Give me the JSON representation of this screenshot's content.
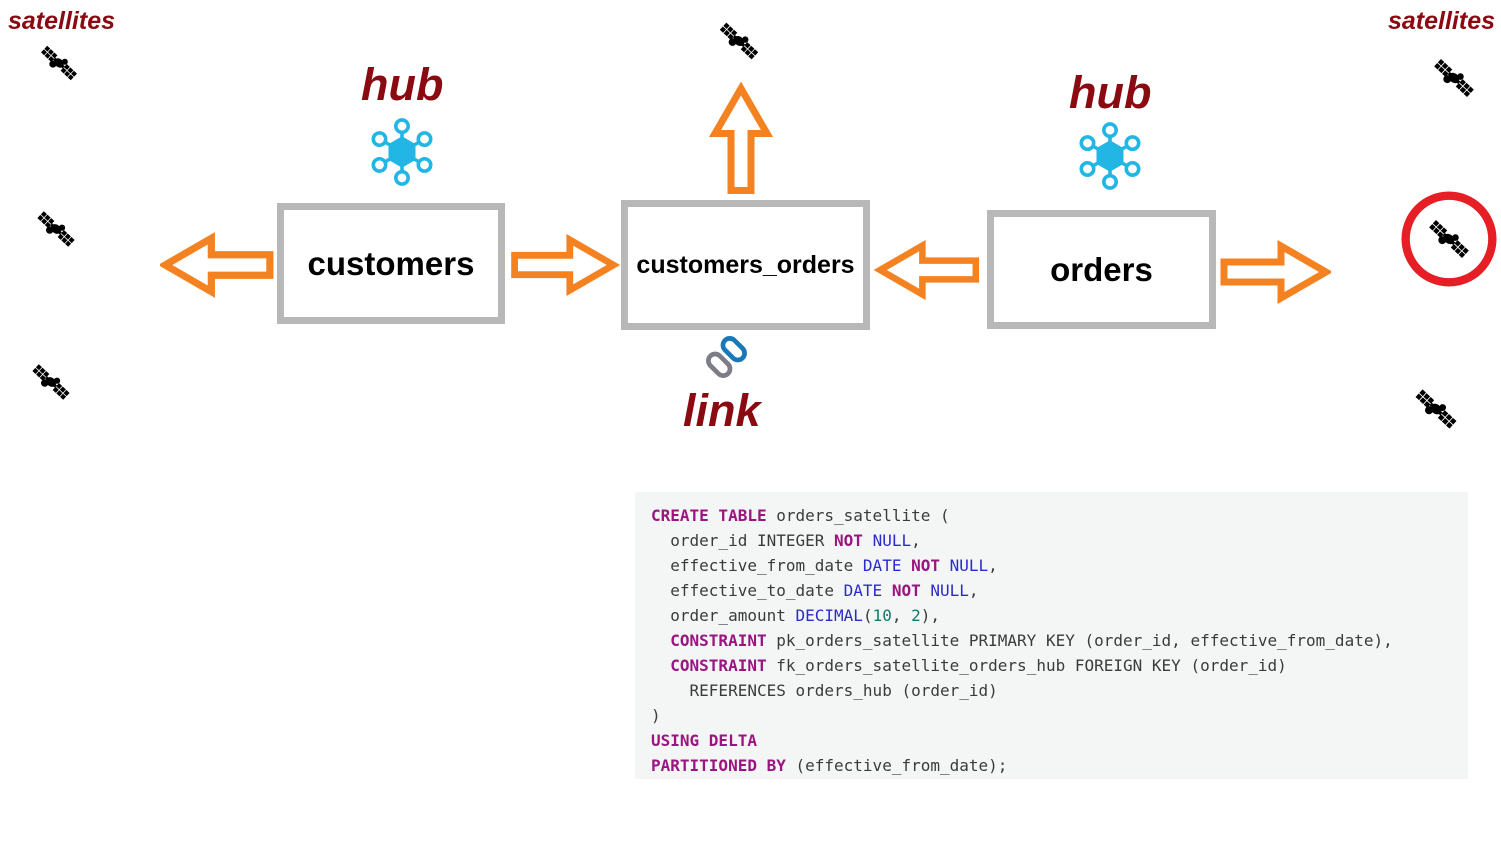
{
  "diagram": {
    "labels": {
      "satellites_left": "satellites",
      "satellites_right": "satellites",
      "hub_customers": "hub",
      "hub_orders": "hub",
      "link": "link"
    },
    "nodes": {
      "customers": "customers",
      "customers_orders": "customers_orders",
      "orders": "orders"
    }
  },
  "colors": {
    "label_maroon": "#8b0a12",
    "arrow_orange": "#f58220",
    "box_border": "#b8b8b8",
    "hub_cyan": "#21b6e4",
    "link_blue": "#1878b8",
    "link_gray": "#7d7d88",
    "satellite_black": "#000000",
    "highlight_ring_red": "#e61e25",
    "code_bg": "#f4f5f5",
    "code_keyword": "#9a1580",
    "code_type": "#2b2bcb",
    "code_number": "#0e7b6a",
    "code_text": "#3b3b3b"
  },
  "code": {
    "lines": [
      [
        [
          "kw",
          "CREATE TABLE"
        ],
        [
          "id",
          " orders_satellite ("
        ]
      ],
      [
        [
          "id",
          "  order_id INTEGER "
        ],
        [
          "kw",
          "NOT"
        ],
        [
          "type",
          " NULL"
        ],
        [
          "id",
          ","
        ]
      ],
      [
        [
          "id",
          "  effective_from_date "
        ],
        [
          "type",
          "DATE"
        ],
        [
          "id",
          " "
        ],
        [
          "kw",
          "NOT"
        ],
        [
          "type",
          " NULL"
        ],
        [
          "id",
          ","
        ]
      ],
      [
        [
          "id",
          "  effective_to_date "
        ],
        [
          "type",
          "DATE"
        ],
        [
          "id",
          " "
        ],
        [
          "kw",
          "NOT"
        ],
        [
          "type",
          " NULL"
        ],
        [
          "id",
          ","
        ]
      ],
      [
        [
          "id",
          "  order_amount "
        ],
        [
          "type",
          "DECIMAL"
        ],
        [
          "id",
          "("
        ],
        [
          "num",
          "10"
        ],
        [
          "id",
          ", "
        ],
        [
          "num",
          "2"
        ],
        [
          "id",
          "),"
        ]
      ],
      [
        [
          "id",
          "  "
        ],
        [
          "kw",
          "CONSTRAINT"
        ],
        [
          "id",
          " pk_orders_satellite PRIMARY KEY (order_id, effective_from_date),"
        ]
      ],
      [
        [
          "id",
          "  "
        ],
        [
          "kw",
          "CONSTRAINT"
        ],
        [
          "id",
          " fk_orders_satellite_orders_hub FOREIGN KEY (order_id)"
        ]
      ],
      [
        [
          "id",
          "    REFERENCES orders_hub (order_id)"
        ]
      ],
      [
        [
          "id",
          ")"
        ]
      ],
      [
        [
          "kw",
          "USING DELTA"
        ]
      ],
      [
        [
          "kw",
          "PARTITIONED BY"
        ],
        [
          "id",
          " (effective_from_date);"
        ]
      ]
    ]
  }
}
